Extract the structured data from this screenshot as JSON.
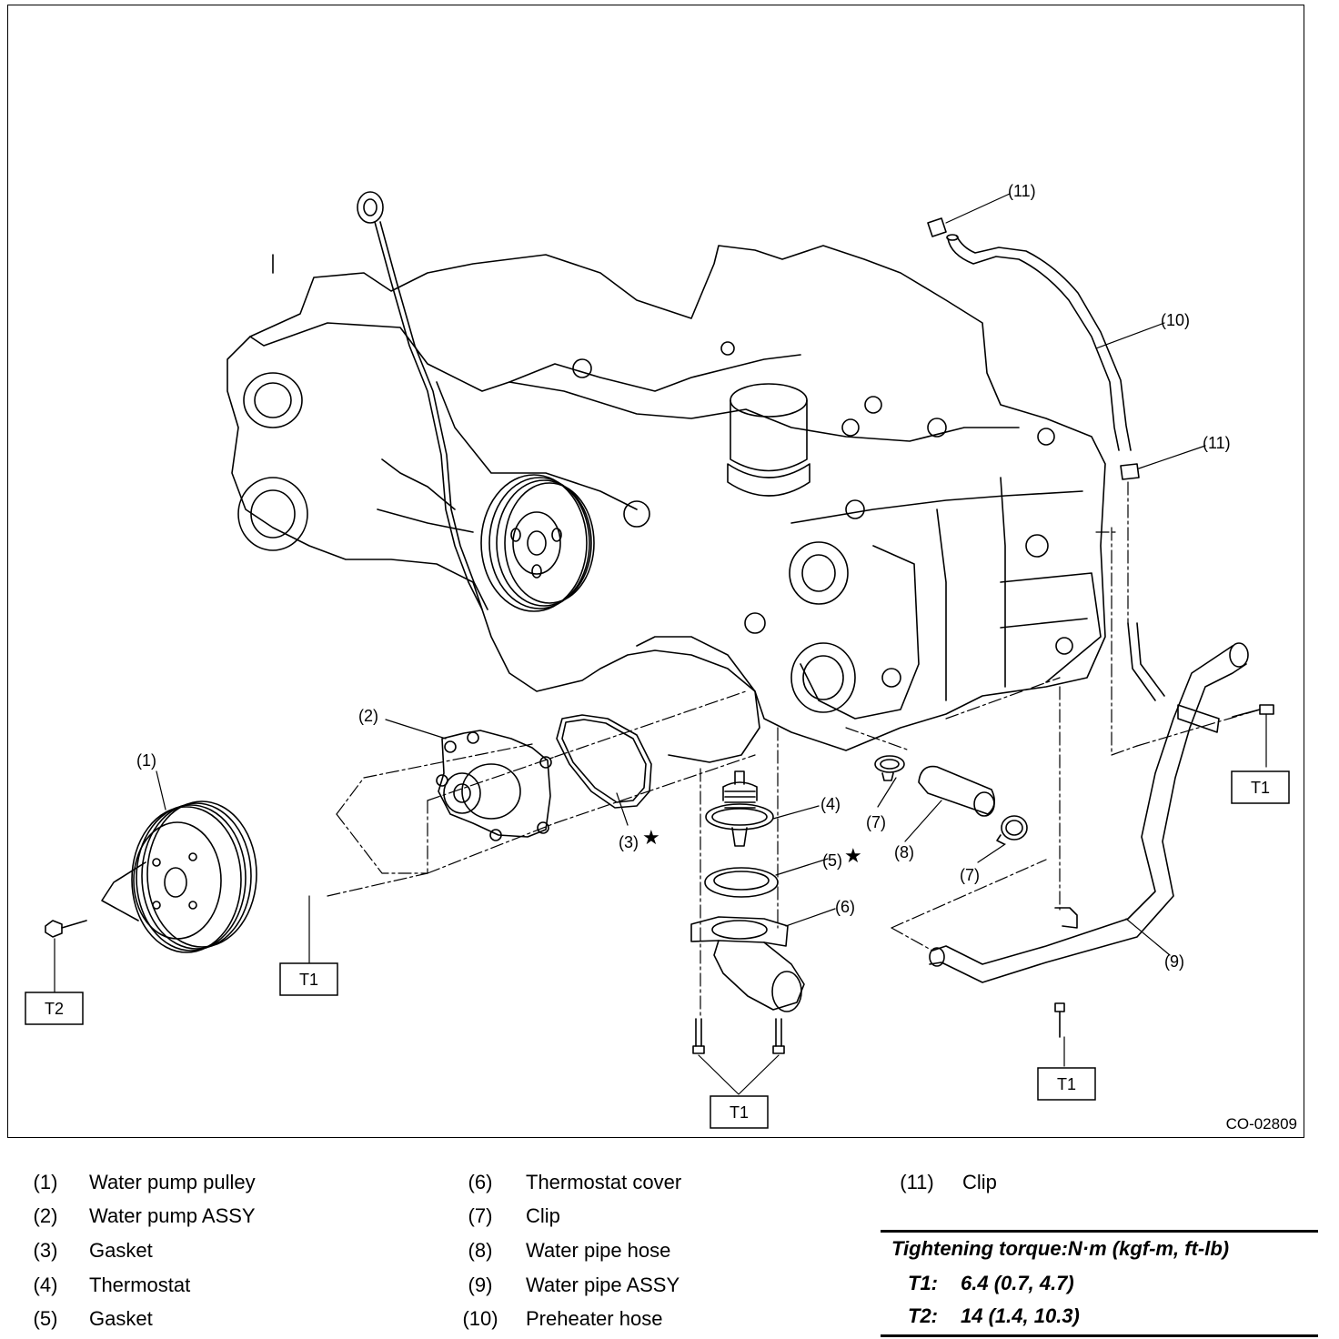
{
  "figure_code": "CO-02809",
  "callouts": {
    "c1": "(1)",
    "c2": "(2)",
    "c3": "(3)",
    "c3_mark": "★",
    "c4": "(4)",
    "c5": "(5)",
    "c5_mark": "★",
    "c6": "(6)",
    "c7a": "(7)",
    "c7b": "(7)",
    "c8": "(8)",
    "c9": "(9)",
    "c10": "(10)",
    "c11a": "(11)",
    "c11b": "(11)"
  },
  "torque_boxes": {
    "t2_pulley": "T2",
    "t1_pump": "T1",
    "t1_cover": "T1",
    "t1_pipe_lower": "T1",
    "t1_pipe_upper": "T1"
  },
  "legend": [
    {
      "num": "(1)",
      "name": "Water pump pulley"
    },
    {
      "num": "(2)",
      "name": "Water pump ASSY"
    },
    {
      "num": "(3)",
      "name": "Gasket"
    },
    {
      "num": "(4)",
      "name": "Thermostat"
    },
    {
      "num": "(5)",
      "name": "Gasket"
    },
    {
      "num": "(6)",
      "name": "Thermostat cover"
    },
    {
      "num": "(7)",
      "name": "Clip"
    },
    {
      "num": "(8)",
      "name": "Water pipe hose"
    },
    {
      "num": "(9)",
      "name": "Water pipe ASSY"
    },
    {
      "num": "(10)",
      "name": "Preheater hose"
    },
    {
      "num": "(11)",
      "name": "Clip"
    }
  ],
  "torque": {
    "title": "Tightening torque:N·m (kgf-m, ft-lb)",
    "rows": [
      {
        "key": "T1:",
        "value": "6.4 (0.7, 4.7)"
      },
      {
        "key": "T2:",
        "value": "14 (1.4, 10.3)"
      }
    ]
  }
}
